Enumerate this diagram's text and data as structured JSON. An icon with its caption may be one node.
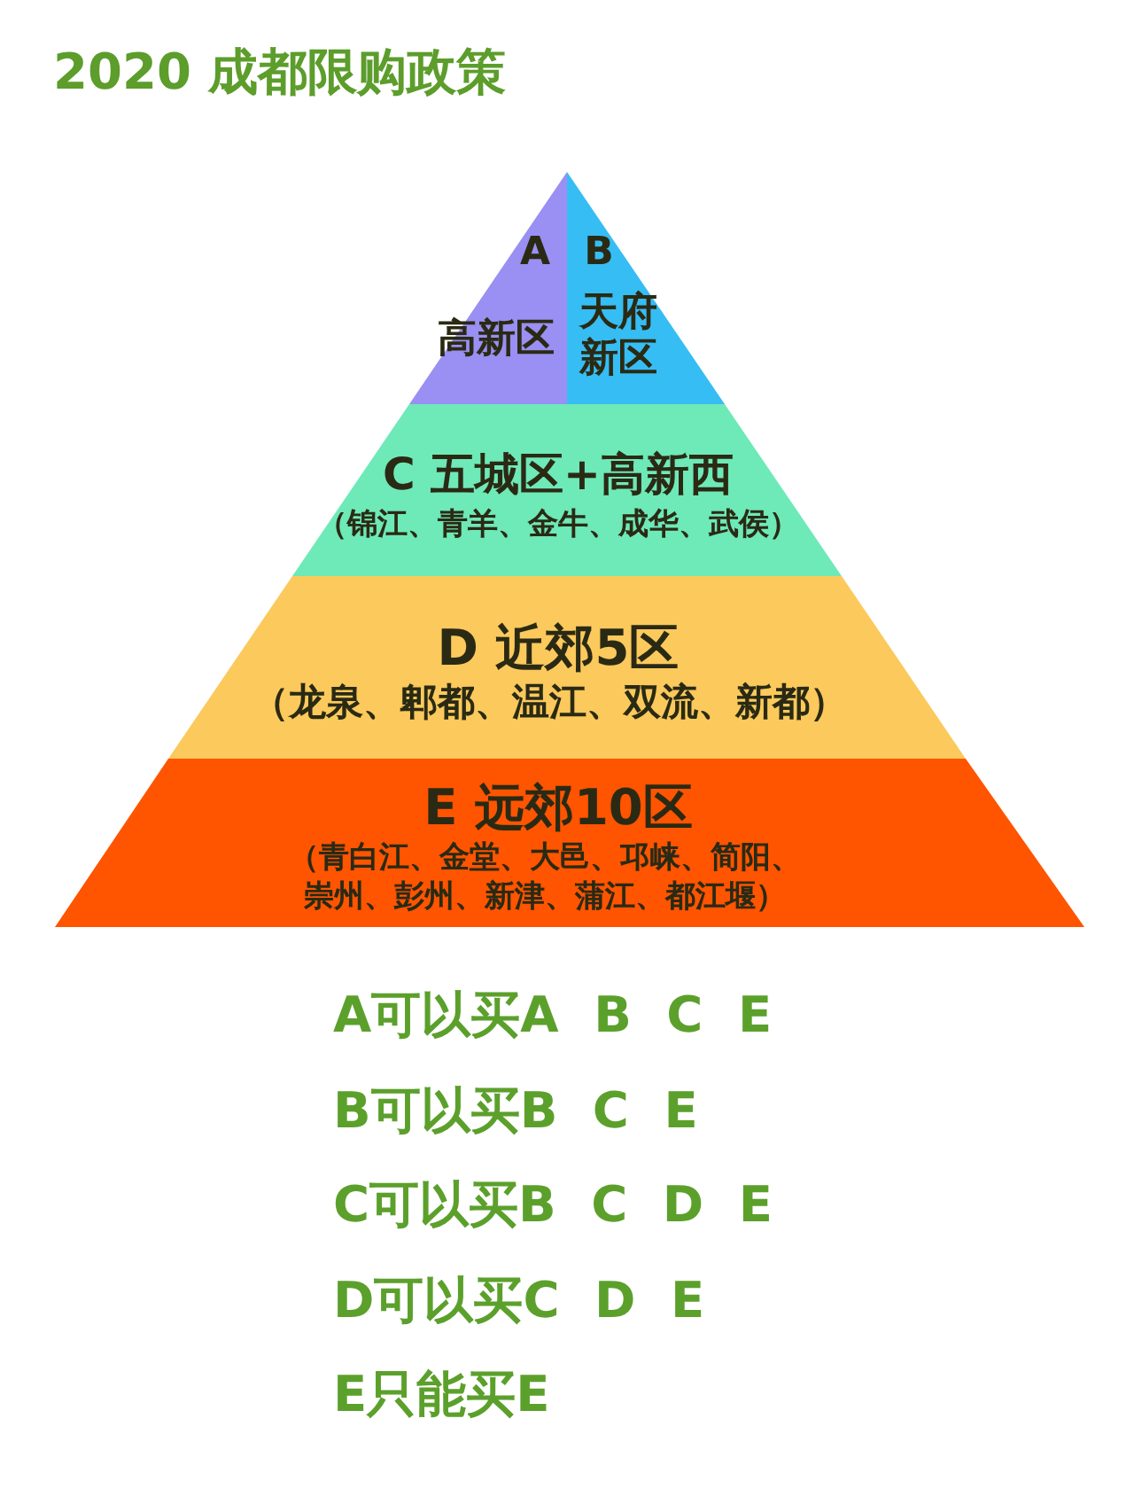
{
  "diagram": {
    "title": "2020 成都限购政策",
    "nodes": [
      {
        "text": [
          "A",
          "高新区"
        ]
      },
      {
        "text": [
          "B",
          "天府新区"
        ]
      },
      {
        "text": [
          "C 五城区+高新西",
          "（锦江、青羊、金牛、成华、武侯）"
        ]
      },
      {
        "text": [
          "D 近郊5区",
          "（龙泉、郫都、温江、双流、新都）"
        ]
      },
      {
        "text": [
          "E 远郊10区",
          "（青白江、金堂、大邑、邛崃、简阳、崇州、彭州、新津、蒲江、都江堰）"
        ]
      }
    ],
    "labels": [
      "A可以买A B C E",
      "B可以买B C E",
      "C可以买B C D E",
      "D可以买C D E",
      "E只能买E"
    ]
  }
}
